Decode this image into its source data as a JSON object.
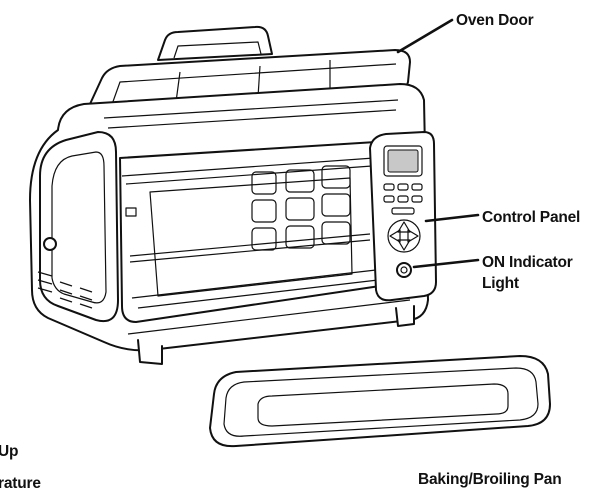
{
  "labels": {
    "oven_door": "Oven Door",
    "control_panel": "Control Panel",
    "on_indicator_line1": "ON Indicator",
    "on_indicator_line2": "Light",
    "baking_pan": "Baking/Broiling Pan",
    "cut_left_1": "Up",
    "cut_left_2": "rature"
  }
}
